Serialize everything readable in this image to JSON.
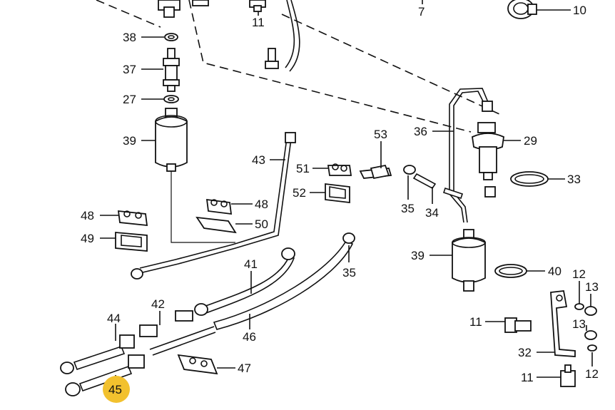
{
  "diagram": {
    "labels": {
      "l38": "38",
      "l37": "37",
      "l27": "27",
      "l39a": "39",
      "l11a": "11",
      "l7": "7",
      "l10": "10",
      "l43": "43",
      "l51": "51",
      "l53": "53",
      "l36": "36",
      "l29": "29",
      "l33": "33",
      "l52": "52",
      "l35a": "35",
      "l34": "34",
      "l48a": "48",
      "l50": "50",
      "l48b": "48",
      "l49": "49",
      "l39b": "39",
      "l41": "41",
      "l35b": "35",
      "l40": "40",
      "l12a": "12",
      "l13a": "13",
      "l42": "42",
      "l44": "44",
      "l11b": "11",
      "l13b": "13",
      "l46": "46",
      "l32": "32",
      "l47": "47",
      "l12b": "12",
      "l45": "45",
      "l11c": "11"
    },
    "highlight_color": "#f2c12e"
  }
}
